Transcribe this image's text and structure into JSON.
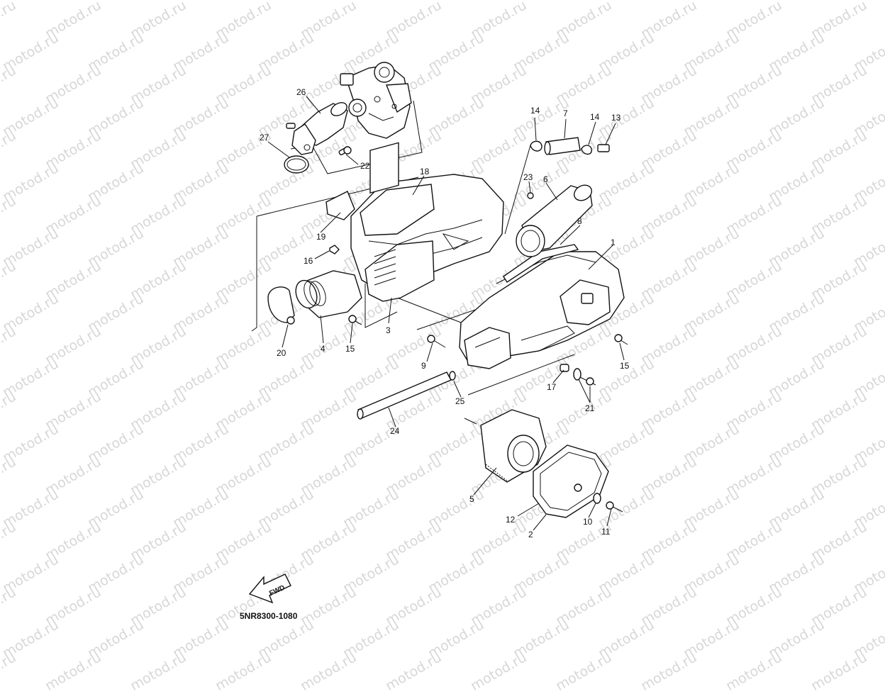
{
  "watermark": "motod.ru",
  "diagram_code": "5NR8300-1080",
  "fwd_label": "FWD",
  "callouts": {
    "c1": "1",
    "c2": "2",
    "c3": "3",
    "c4": "4",
    "c5": "5",
    "c6": "6",
    "c7": "7",
    "c8": "8",
    "c9": "9",
    "c10": "10",
    "c11": "11",
    "c12": "12",
    "c13": "13",
    "c14a": "14",
    "c14b": "14",
    "c15a": "15",
    "c15b": "15",
    "c16": "16",
    "c17": "17",
    "c18": "18",
    "c19": "19",
    "c20": "20",
    "c21": "21",
    "c22": "22",
    "c23": "23",
    "c24": "24",
    "c25": "25",
    "c26": "26",
    "c27": "27"
  }
}
